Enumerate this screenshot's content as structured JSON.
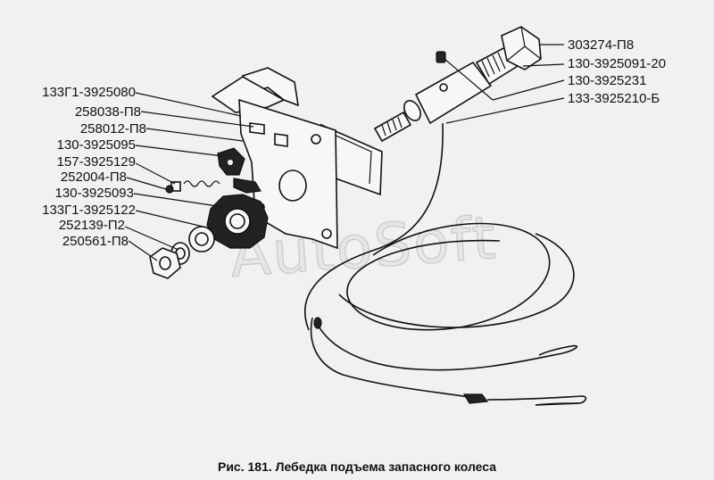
{
  "watermark": "AutoSoft",
  "caption": "Рис. 181. Лебедка подъема запасного колеса",
  "labels_left": [
    "133Г1-3925080",
    "258038-П8",
    "258012-П8",
    "130-3925095",
    "157-3925129",
    "252004-П8",
    "130-3925093",
    "133Г1-3925122",
    "252139-П2",
    "250561-П8"
  ],
  "labels_right": [
    "303274-П8",
    "130-3925091-20",
    "130-3925231",
    "133-3925210-Б"
  ]
}
